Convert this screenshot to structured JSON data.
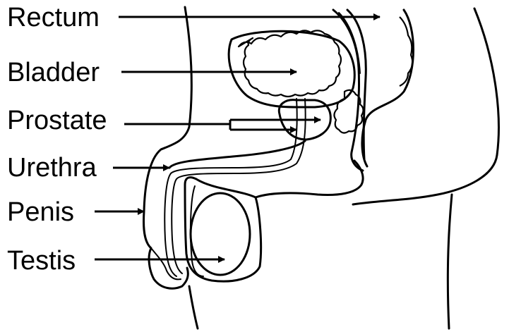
{
  "labels": {
    "rectum": "Rectum",
    "bladder": "Bladder",
    "prostate": "Prostate",
    "urethra": "Urethra",
    "penis": "Penis",
    "testis": "Testis"
  },
  "colors": {
    "line": "#000000",
    "background": "#ffffff"
  }
}
